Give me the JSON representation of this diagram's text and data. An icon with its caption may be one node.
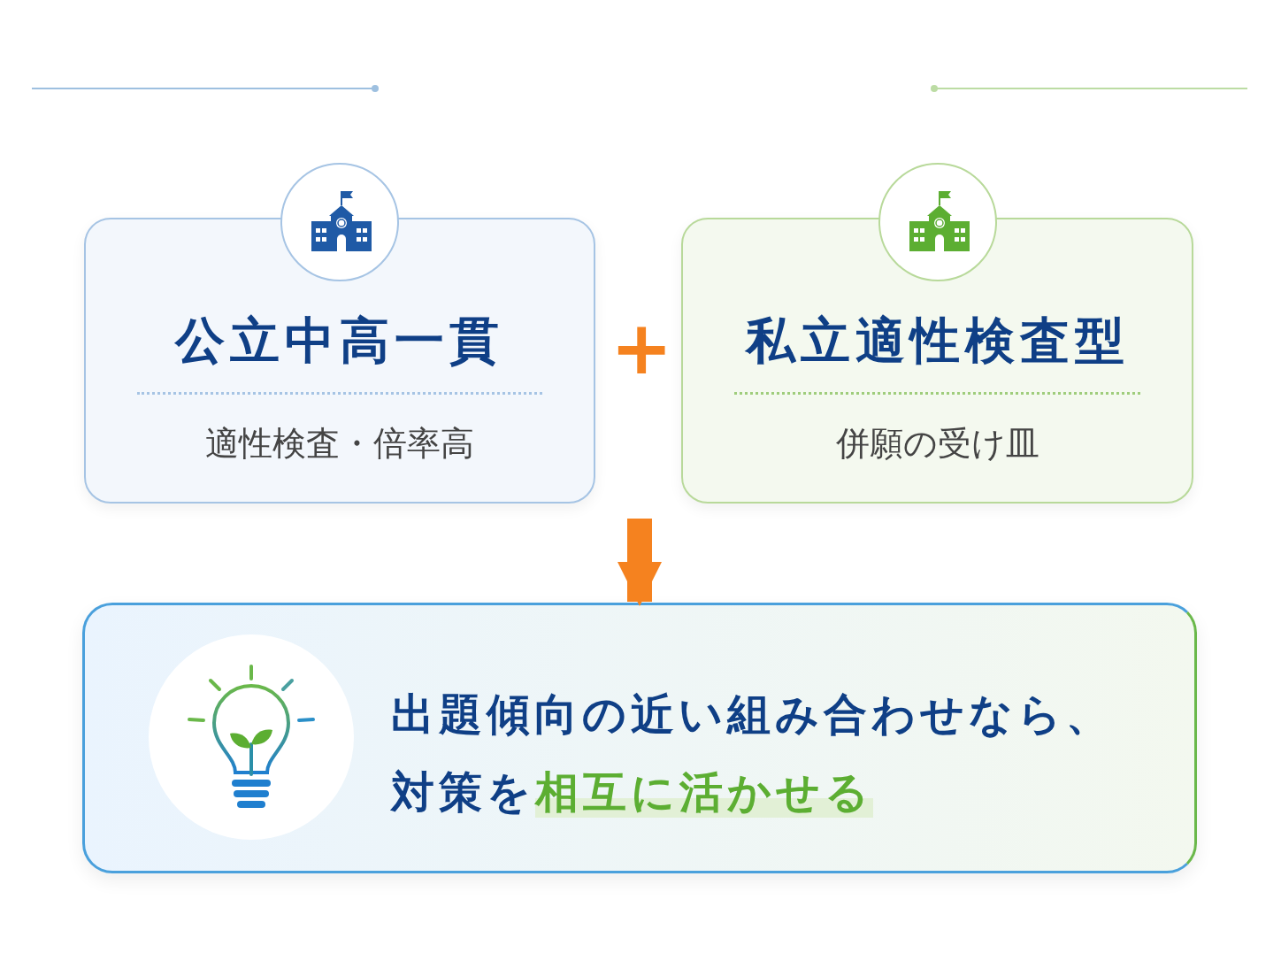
{
  "diagram": {
    "nodes": [
      {
        "text": [
          "公立中高一貫",
          "適性検査・倍率高"
        ]
      },
      {
        "text": [
          "私立適性検査型",
          "併願の受け皿"
        ]
      },
      {
        "text": [
          "出題傾向の近い組み合わせなら、対策を**相互に活かせる**"
        ]
      }
    ],
    "edges": [
      {
        "from": null,
        "to": 2,
        "arrow": "to"
      }
    ],
    "labels": [
      "+"
    ]
  }
}
